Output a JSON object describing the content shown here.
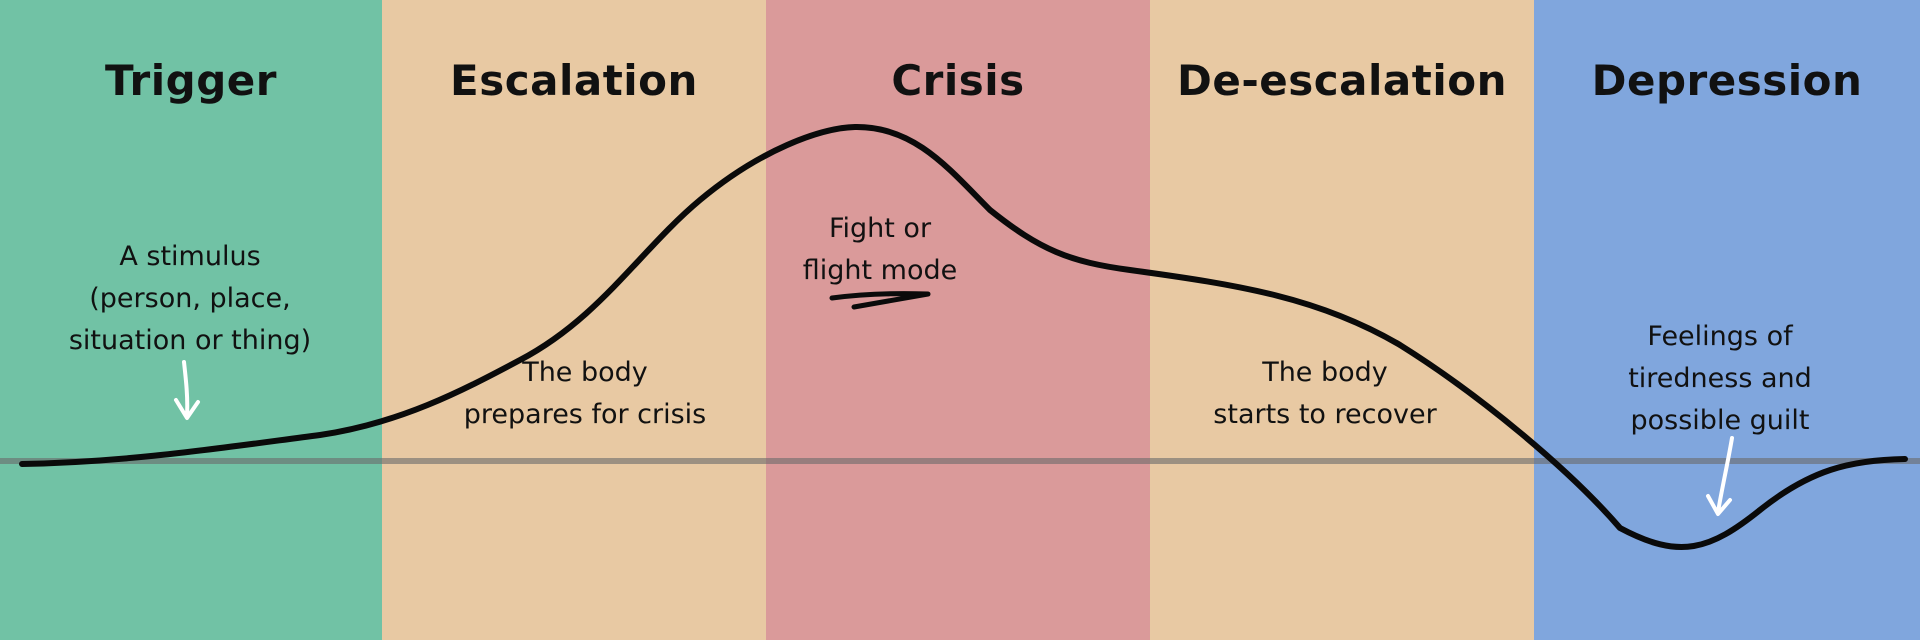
{
  "colors": {
    "trigger": "#71c2a5",
    "escalation": "#e8c9a3",
    "crisis": "#da9a9a",
    "deescalation": "#e8c9a3",
    "depression": "#80a6dd",
    "curve": "#0a0a0a",
    "baseline": "#6b6b6b"
  },
  "phases": [
    {
      "key": "trigger",
      "title": "Trigger"
    },
    {
      "key": "escalation",
      "title": "Escalation"
    },
    {
      "key": "crisis",
      "title": "Crisis"
    },
    {
      "key": "deescalation",
      "title": "De-escalation"
    },
    {
      "key": "depression",
      "title": "Depression"
    }
  ],
  "annotations": {
    "trigger": "A stimulus\n(person, place,\nsituation or thing)",
    "escalation": "The body\nprepares for crisis",
    "crisis": "Fight or\nflight mode",
    "deescalation": "The body\nstarts to recover",
    "depression": "Feelings of\ntiredness and\npossible guilt"
  }
}
